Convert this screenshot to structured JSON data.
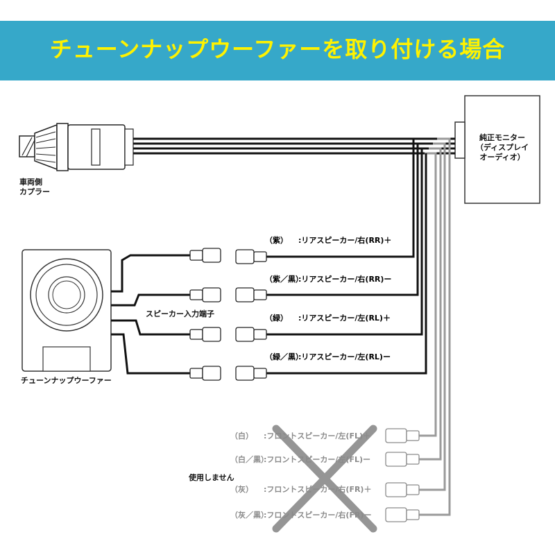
{
  "title": "チューンナップウーファーを取り付ける場合",
  "vehicle_coupler": {
    "line1": "車両側",
    "line2": "カプラー"
  },
  "monitor": {
    "line1": "純正モニター",
    "line2": "（ディスプレイ",
    "line3": "オーディオ）"
  },
  "subwoofer": {
    "label": "チューンナップウーファー"
  },
  "speaker_terminal": {
    "label": "スピーカー入力端子"
  },
  "unused": {
    "label": "使用しません"
  },
  "wires_used": [
    {
      "color": "（紫）",
      "desc": ":リアスピーカー/右(RR)＋"
    },
    {
      "color": "（紫／黒）",
      "desc": ":リアスピーカー/右(RR)ー"
    },
    {
      "color": "（緑）",
      "desc": ":リアスピーカー/左(RL)＋"
    },
    {
      "color": "（緑／黒）",
      "desc": ":リアスピーカー/左(RL)ー"
    }
  ],
  "wires_unused": [
    {
      "color": "（白）",
      "desc": ":フロントスピーカー/左(FL)＋"
    },
    {
      "color": "（白／黒）",
      "desc": ":フロントスピーカー/左(FL)ー"
    },
    {
      "color": "（灰）",
      "desc": ":フロントスピーカー/右(FR)＋"
    },
    {
      "color": "（灰／黒）",
      "desc": ":フロントスピーカー/右(FR)ー"
    }
  ],
  "colors": {
    "banner": "#36a8c9",
    "title": "#fff200",
    "wire": "#111111",
    "unused_wire": "#9a9a9a",
    "cross": "#8a8a8a"
  }
}
